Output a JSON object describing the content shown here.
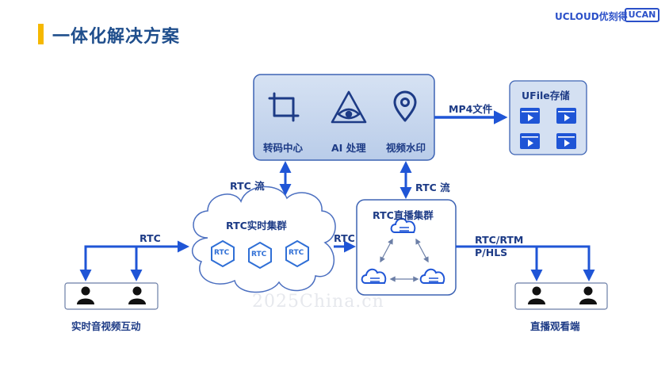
{
  "page": {
    "title": "一体化解决方案",
    "brand": "UCLOUD优刻得",
    "brand2": "UCAN"
  },
  "processing": {
    "items": [
      {
        "label": "转码中心",
        "icon": "crop-icon"
      },
      {
        "label": "AI 处理",
        "icon": "ai-eye-icon"
      },
      {
        "label": "视频水印",
        "icon": "location-pin-icon"
      }
    ]
  },
  "storage": {
    "title": "UFile存储",
    "link_label": "MP4文件"
  },
  "rtc_cluster": {
    "title": "RTC实时集群",
    "node_label": "RTC"
  },
  "live_cluster": {
    "title": "RTC直播集群"
  },
  "edges": {
    "rtc_stream_left": "RTC 流",
    "rtc_stream_right": "RTC 流",
    "rtc_in": "RTC",
    "rtc_mid": "RTC",
    "rtc_out_line1": "RTC/RTM",
    "rtc_out_line2": "P/HLS"
  },
  "groups": {
    "left": "实时音视频互动",
    "right": "直播观看端"
  },
  "colors": {
    "accent": "#f5b800",
    "title": "#1f4e8c",
    "arrow": "#1f55d6",
    "box_fill": "#c9d8ef",
    "box_stroke": "#3d63b4"
  },
  "watermark": "2025China.cn"
}
